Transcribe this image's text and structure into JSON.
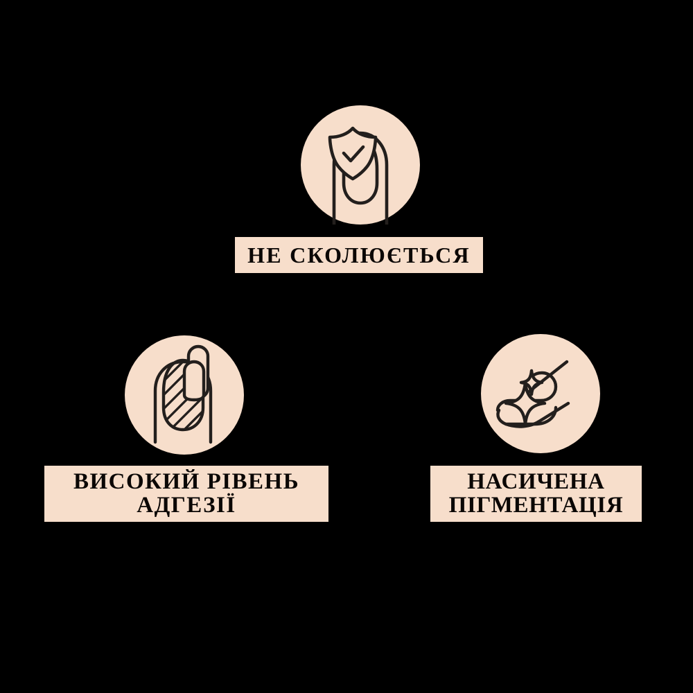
{
  "page": {
    "background_color": "#000000",
    "accent_color": "#F7DECB",
    "ink_color": "#0B0705",
    "language": "uk"
  },
  "features": [
    {
      "id": "chip",
      "icon_name": "nail-shield-check-icon",
      "icon_description": "fingertip with nail overlaid by a shield containing a check mark",
      "label": "НЕ СКОЛЮЄТЬСЯ"
    },
    {
      "id": "adhesion",
      "icon_name": "nail-striped-brush-icon",
      "icon_description": "fingertip with diagonally striped nail and a polish brush applicator",
      "label": "ВИСОКИЙ РІВЕНЬ\nАДГЕЗІЇ"
    },
    {
      "id": "pigment",
      "icon_name": "nail-brush-sparkle-icon",
      "icon_description": "polish brush stroking a nail with sparkles",
      "label": "НАСИЧЕНА\nПІГМЕНТАЦІЯ"
    }
  ]
}
